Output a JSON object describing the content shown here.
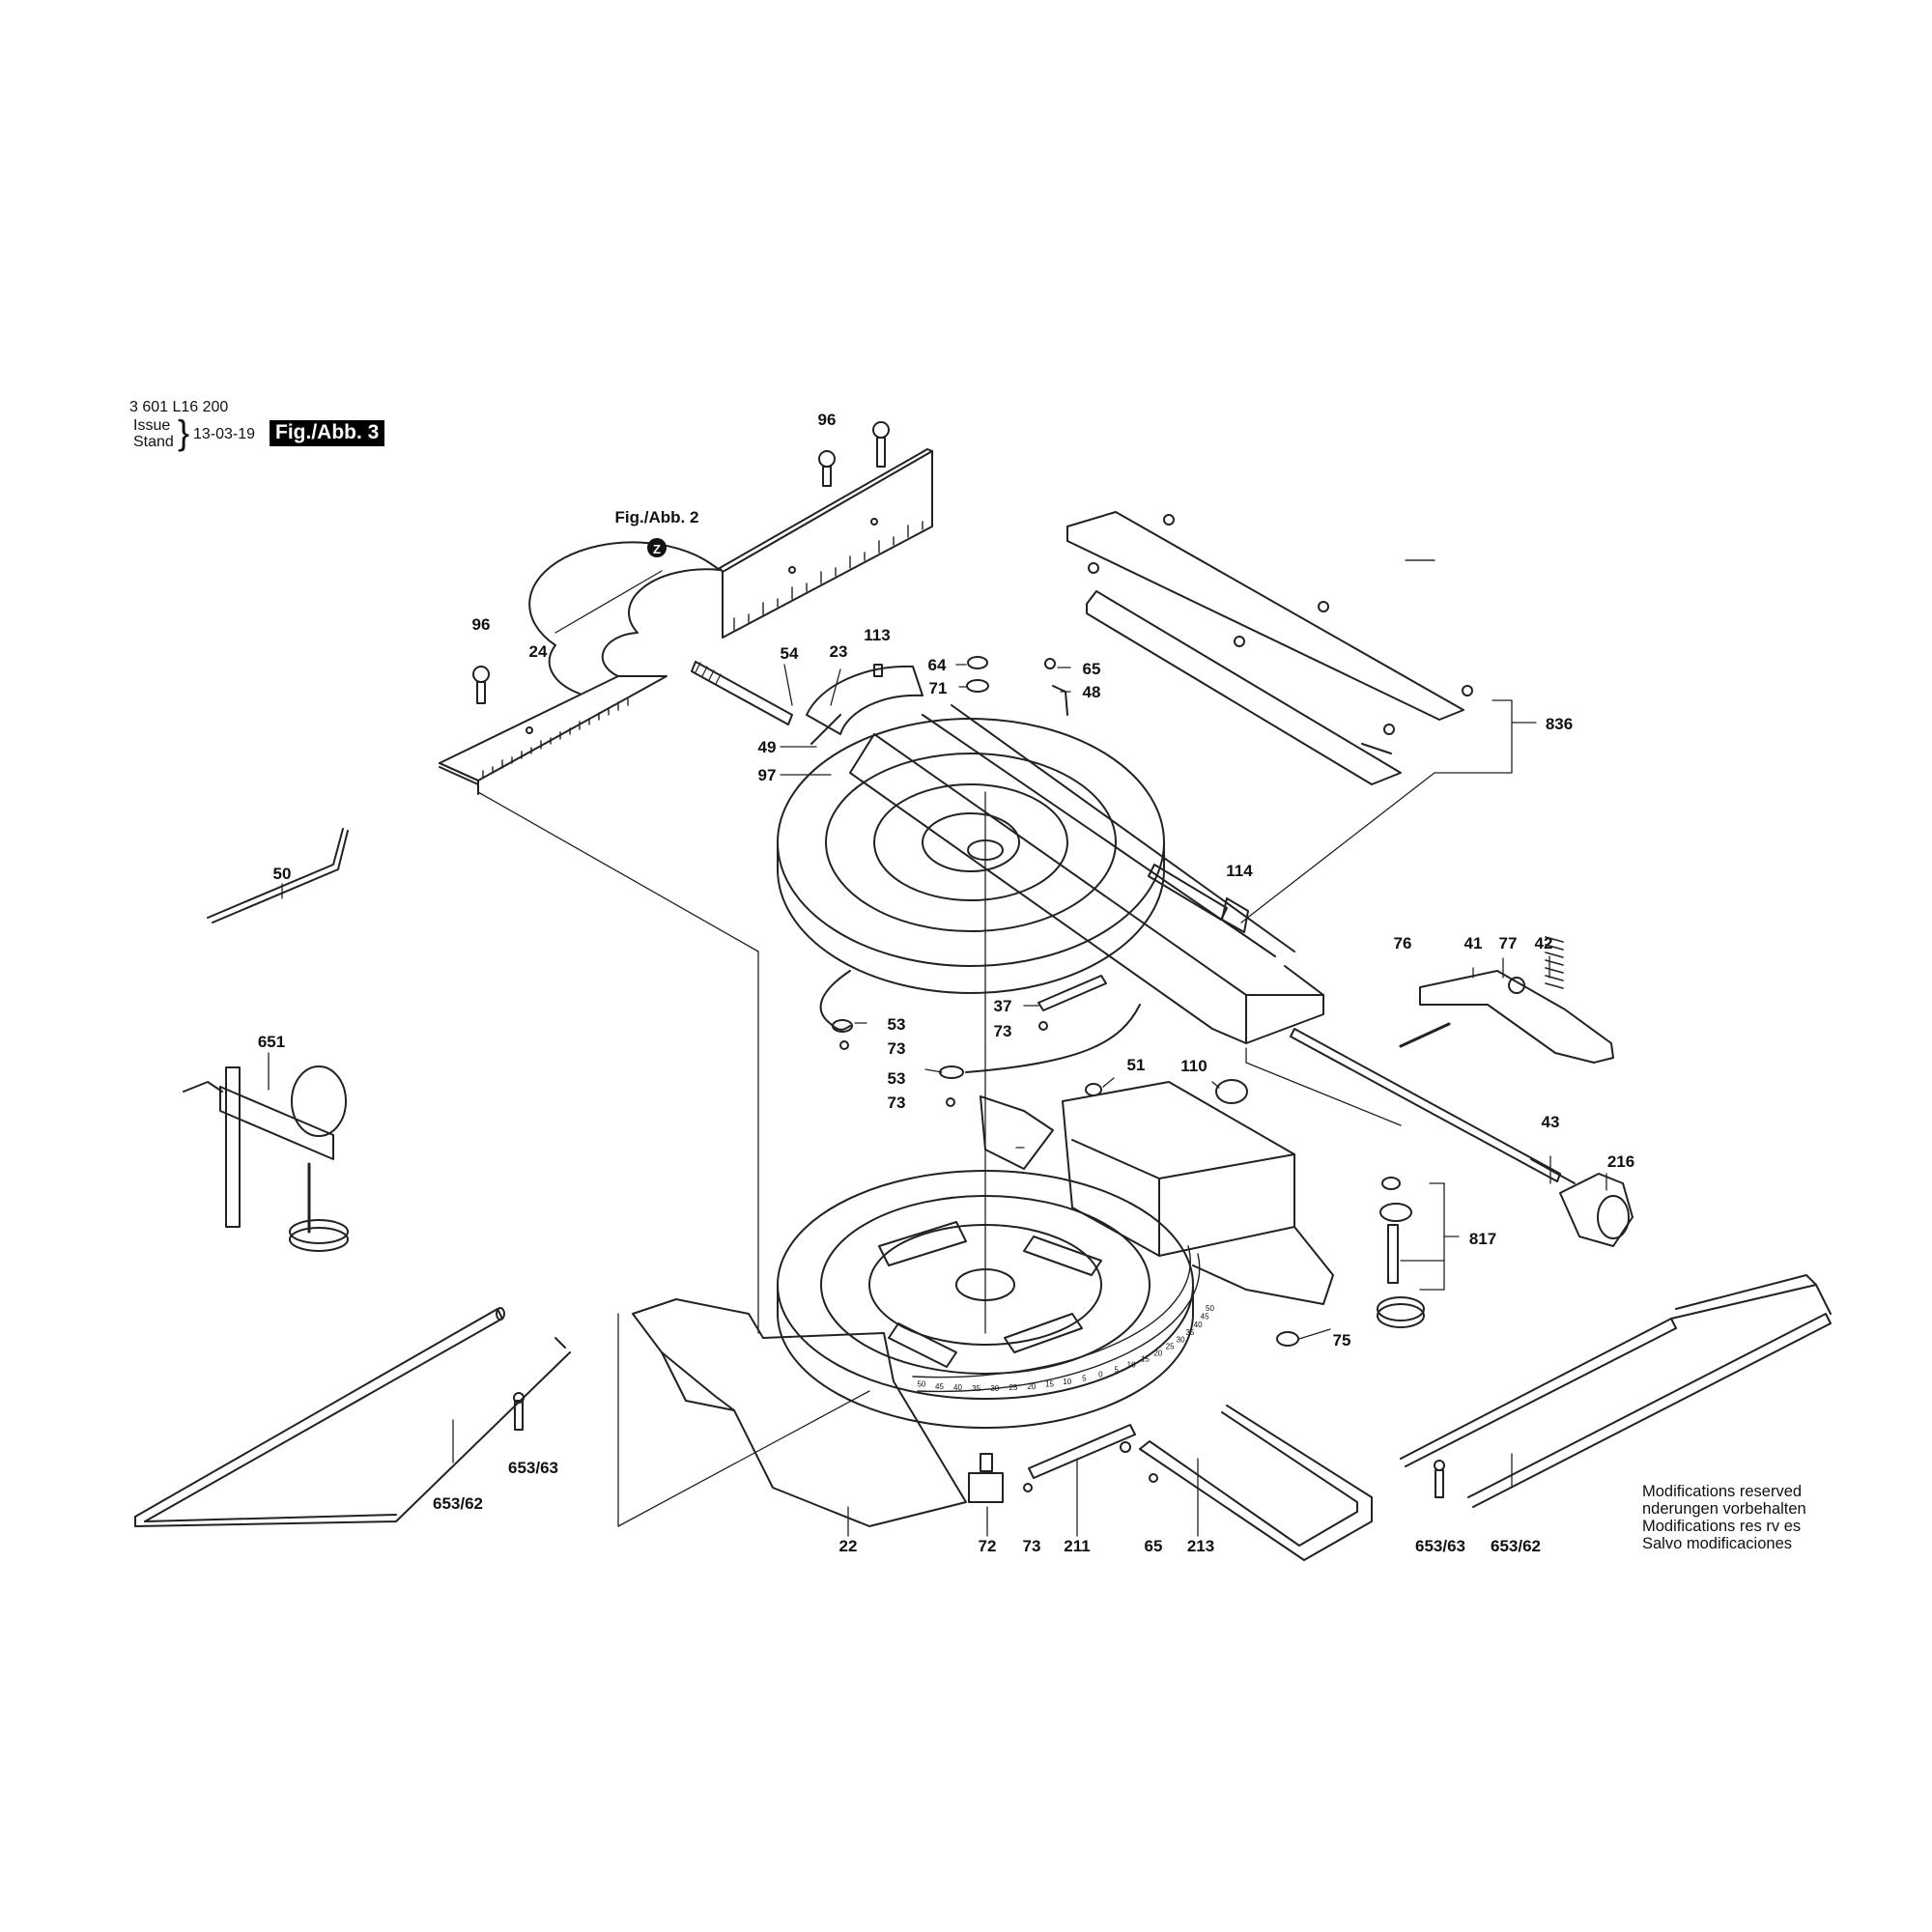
{
  "header": {
    "part_number": "3 601 L16 200",
    "issue_label": "Issue",
    "stand_label": "Stand",
    "date": "13-03-19",
    "figure": "Fig./Abb. 3"
  },
  "cross_reference": {
    "label": "Fig./Abb. 2",
    "marker": "Z"
  },
  "callouts": {
    "c96a": "96",
    "c96b": "96",
    "c24": "24",
    "c54": "54",
    "c23": "23",
    "c113": "113",
    "c64": "64",
    "c71": "71",
    "c65a": "65",
    "c48": "48",
    "c49": "49",
    "c97": "97",
    "c836": "836",
    "c50": "50",
    "c114": "114",
    "c76": "76",
    "c41": "41",
    "c77": "77",
    "c42": "42",
    "c37": "37",
    "c73a": "73",
    "c53a": "53",
    "c73b": "73",
    "c651": "651",
    "c53b": "53",
    "c51": "51",
    "c110": "110",
    "c73c": "73",
    "c43": "43",
    "c216": "216",
    "c817": "817",
    "c75": "75",
    "c653_63a": "653/63",
    "c653_62a": "653/62",
    "c22": "22",
    "c72": "72",
    "c73d": "73",
    "c211": "211",
    "c65b": "65",
    "c213": "213",
    "c653_63b": "653/63",
    "c653_62b": "653/62"
  },
  "scale_ticks": [
    "50",
    "45",
    "40",
    "35",
    "30",
    "25",
    "20",
    "15",
    "10",
    "5",
    "0",
    "5",
    "10",
    "15",
    "20",
    "25",
    "30",
    "35",
    "40",
    "45",
    "50"
  ],
  "notes": [
    "Modifications reserved",
    " nderungen vorbehalten",
    "Modifications res rv es",
    "Salvo modificaciones"
  ]
}
